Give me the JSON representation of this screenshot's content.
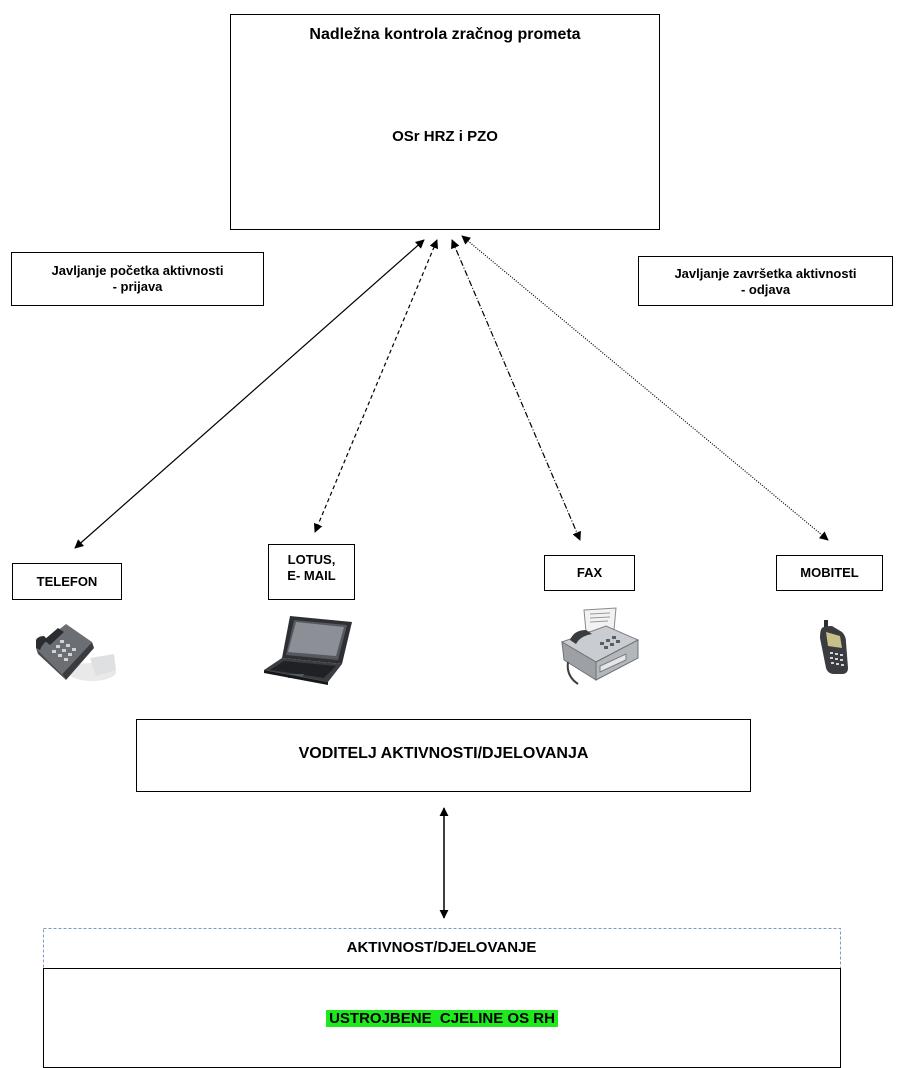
{
  "top_box": {
    "title": "Nadležna kontrola zračnog prometa",
    "subtitle": "OSr HRZ i PZO"
  },
  "left_note": {
    "line1": "Javljanje početka aktivnosti",
    "line2": "- prijava"
  },
  "right_note": {
    "line1": "Javljanje završetka aktivnosti",
    "line2": "- odjava"
  },
  "devices": [
    {
      "label": "TELEFON",
      "icon": "desk-phone-icon"
    },
    {
      "label_line1": "LOTUS,",
      "label_line2": "E- MAIL",
      "icon": "laptop-icon"
    },
    {
      "label": "FAX",
      "icon": "fax-machine-icon"
    },
    {
      "label": "MOBITEL",
      "icon": "mobile-phone-icon"
    }
  ],
  "voditelj_box": {
    "label": "VODITELJ AKTIVNOSTI/DJELOVANJA"
  },
  "bottom_box": {
    "header": "AKTIVNOST/DJELOVANJE",
    "highlight": "USTROJBENE  CJELINE OS RH",
    "highlight_color": "#1ee81e"
  },
  "colors": {
    "line": "#000000",
    "dashed_border": "#7f9ac8"
  }
}
